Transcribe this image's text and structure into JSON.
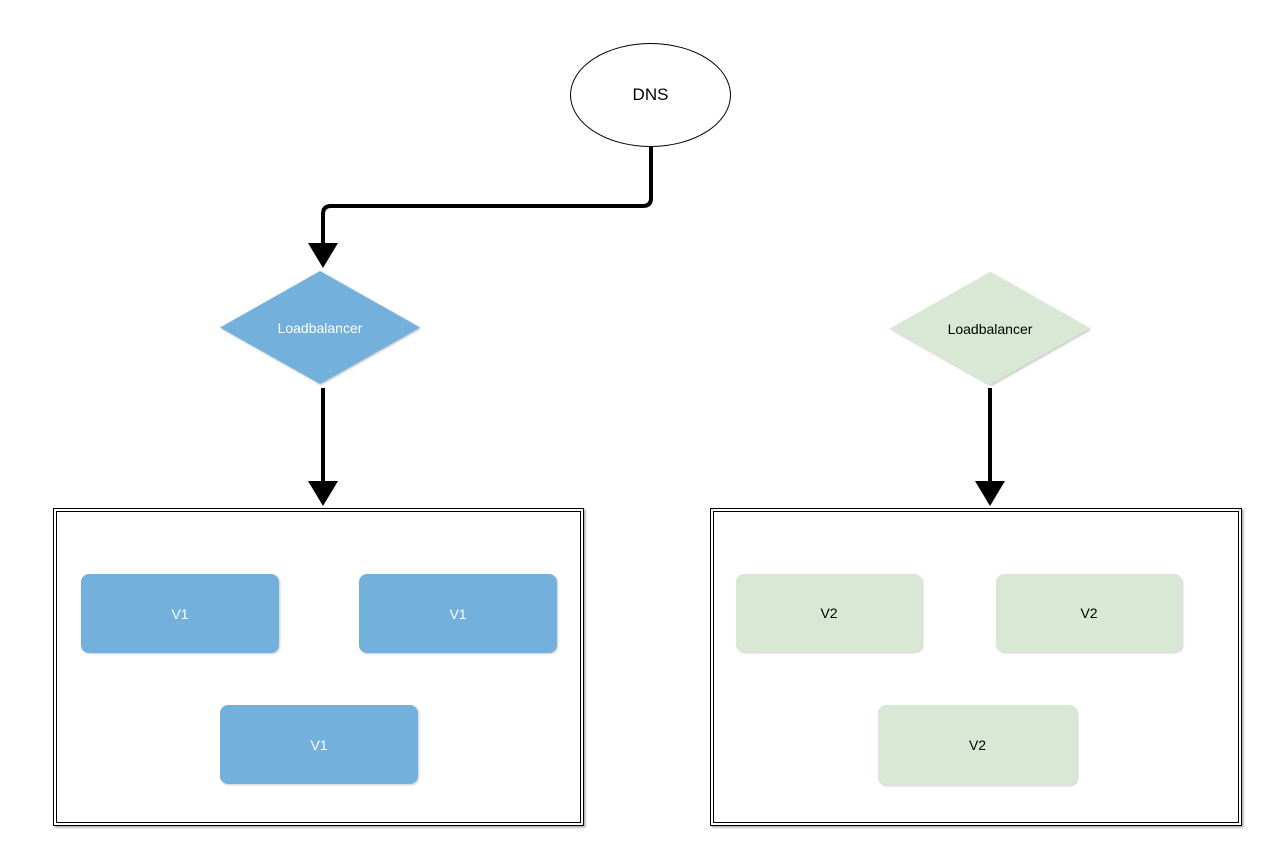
{
  "diagram": {
    "dns": {
      "label": "DNS"
    },
    "left_cluster": {
      "loadbalancer_label": "Loadbalancer",
      "fill": "#74B0DC",
      "text_color": "#FFFFFF",
      "nodes": [
        "V1",
        "V1",
        "V1"
      ]
    },
    "right_cluster": {
      "loadbalancer_label": "Loadbalancer",
      "fill": "#D8E8D4",
      "text_color": "#000000",
      "nodes": [
        "V2",
        "V2",
        "V2"
      ]
    },
    "connector_color": "#000000",
    "background_color": "#FFFFFF"
  }
}
